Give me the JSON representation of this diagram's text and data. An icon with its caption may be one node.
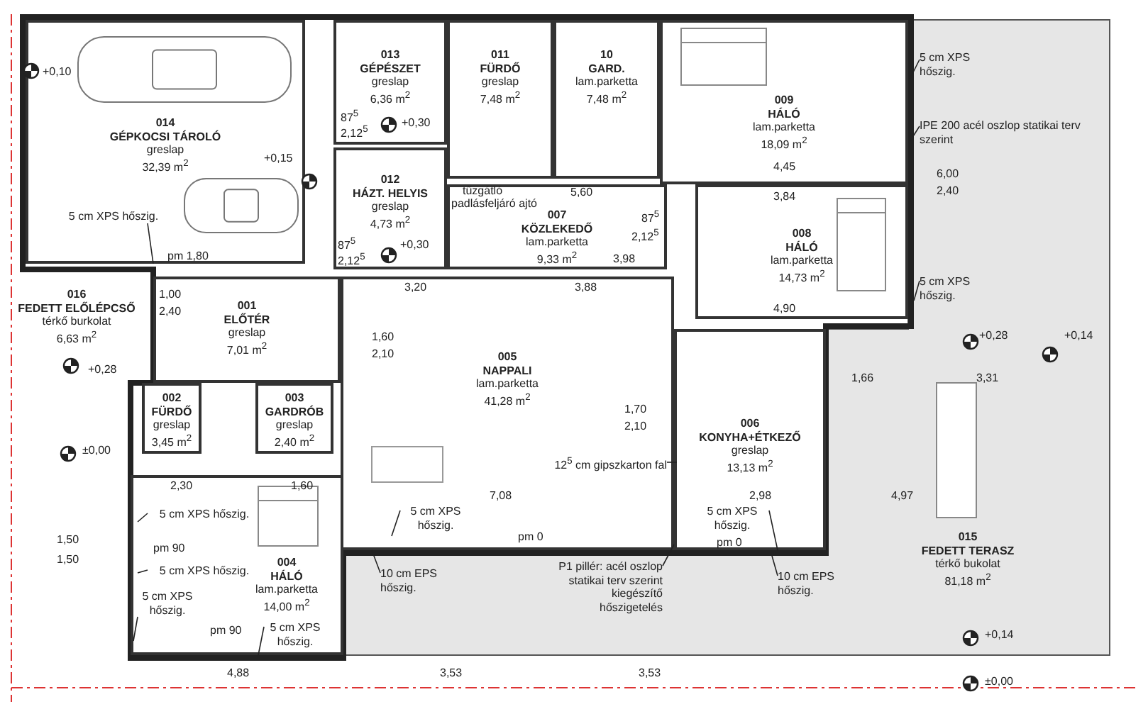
{
  "diagram": {
    "nodes": [
      {
        "text": [
          "014",
          "GÉPKOCSI TÁROLÓ",
          "greslap",
          "32,39 m$^{2}$"
        ]
      },
      {
        "text": [
          "013",
          "GÉPÉSZET",
          "greslap",
          "6,36 m$^{2}$"
        ]
      },
      {
        "text": [
          "011",
          "FÜRDŐ",
          "greslap",
          "7,48 m$^{2}$"
        ]
      },
      {
        "text": [
          "10",
          "GARD.",
          "lam.parketta",
          "7,48 m$^{2}$"
        ]
      },
      {
        "text": [
          "009",
          "HÁLÓ",
          "lam.parketta",
          "18,09 m$^{2}$"
        ]
      },
      {
        "text": [
          "012",
          "HÁZT. HELYIS",
          "greslap",
          "4,73 m$^{2}$"
        ]
      },
      {
        "text": [
          "007",
          "KÖZLEKEDŐ",
          "lam.parketta",
          "9,33 m$^{2}$"
        ]
      },
      {
        "text": [
          "008",
          "HÁLÓ",
          "lam.parketta",
          "14,73 m$^{2}$"
        ]
      },
      {
        "text": [
          "016",
          "FEDETT ELŐLÉPCSŐ",
          "térkő burkolat",
          "6,63 m$^{2}$"
        ]
      },
      {
        "text": [
          "001",
          "ELŐTÉR",
          "greslap",
          "7,01 m$^{2}$"
        ]
      },
      {
        "text": [
          "005",
          "NAPPALI",
          "lam.parketta",
          "41,28 m$^{2}$"
        ]
      },
      {
        "text": [
          "006",
          "KONYHA+ÉTKEZŐ",
          "greslap",
          "13,13 m$^{2}$"
        ]
      },
      {
        "text": [
          "002",
          "FÜRDŐ",
          "greslap",
          "3,45 m$^{2}$"
        ]
      },
      {
        "text": [
          "003",
          "GARDRÓB",
          "greslap",
          "2,40 m$^{2}$"
        ]
      },
      {
        "text": [
          "004",
          "HÁLÓ",
          "lam.parketta",
          "14,00 m$^{2}$"
        ]
      },
      {
        "text": [
          "015",
          "FEDETT TERASZ",
          "térkő bukolat",
          "81,18 m$^{2}$"
        ]
      },
      {
        "text": [
          "5 cm XPS hőszig."
        ],
        "in": 0
      },
      {
        "text": [
          "5 cm XPS hőszig."
        ]
      },
      {
        "text": [
          "IPE 200 acél oszlop statikai terv szerint"
        ]
      },
      {
        "text": [
          "5 cm XPS hőszig."
        ]
      },
      {
        "text": [
          "5 cm XPS hőszig."
        ],
        "in": 14
      },
      {
        "text": [
          "5 cm XPS hőszig."
        ],
        "in": 14
      },
      {
        "text": [
          "5 cm XPS hőszig."
        ],
        "in": 14
      },
      {
        "text": [
          "5 cm XPS hőszig."
        ],
        "in": 14
      },
      {
        "text": [
          "5 cm XPS hőszig."
        ],
        "in": 10
      },
      {
        "text": [
          "10 cm EPS hőszig."
        ]
      },
      {
        "text": [
          "P1 pillér: acél oszlop statikai terv szerint kiegészítő hőszigetelés"
        ]
      },
      {
        "text": [
          "5 cm XPS hőszig."
        ],
        "in": 11
      },
      {
        "text": [
          "10 cm EPS hőszig."
        ]
      },
      {
        "text": [
          "12$^{5}$ cm gipszkarton fal"
        ],
        "in": 10
      }
    ],
    "edges": [
      {
        "from": 16,
        "to": 0,
        "arrow": "none"
      },
      {
        "from": 17,
        "to": null,
        "arrow": "none"
      },
      {
        "from": 18,
        "to": null,
        "arrow": "none"
      },
      {
        "from": 19,
        "to": null,
        "arrow": "none"
      },
      {
        "from": 20,
        "to": null,
        "arrow": "none"
      },
      {
        "from": 21,
        "to": null,
        "arrow": "none"
      },
      {
        "from": 22,
        "to": null,
        "arrow": "none"
      },
      {
        "from": 23,
        "to": 14,
        "arrow": "none"
      },
      {
        "from": 24,
        "to": null,
        "arrow": "none"
      },
      {
        "from": 25,
        "to": 10,
        "arrow": "none"
      },
      {
        "from": 26,
        "to": 11,
        "arrow": "none"
      },
      {
        "from": 27,
        "to": 11,
        "arrow": "none"
      },
      {
        "from": 28,
        "to": null,
        "arrow": "none"
      },
      {
        "from": 29,
        "to": null,
        "arrow": "none"
      }
    ],
    "labels": [
      "+0,10",
      "+0,15",
      "pm 1,80",
      "87$^{5}$",
      "2,12$^{5}$",
      "+0,30",
      "87$^{5}$",
      "2,12$^{5}$",
      "+0,30",
      "tűzgátló",
      "padlásfeljáró ajtó",
      "5,60",
      "87$^{5}$",
      "2,12$^{5}$",
      "3,98",
      "3,20",
      "3,88",
      "4,45",
      "3,84",
      "6,00",
      "2,40",
      "4,90",
      "1,00",
      "2,40",
      "+0,28",
      "1,60",
      "2,10",
      "1,70",
      "2,10",
      "7,08",
      "pm 0",
      "+0,28",
      "+0,14",
      "1,66",
      "3,31",
      "2,98",
      "4,97",
      "±0,00",
      "1,50",
      "1,50",
      "pm 90",
      "pm 90",
      "2,30",
      "1,60",
      "4,88",
      "3,53",
      "3,53",
      "+0,14",
      "±0,00",
      "pm 0"
    ]
  }
}
